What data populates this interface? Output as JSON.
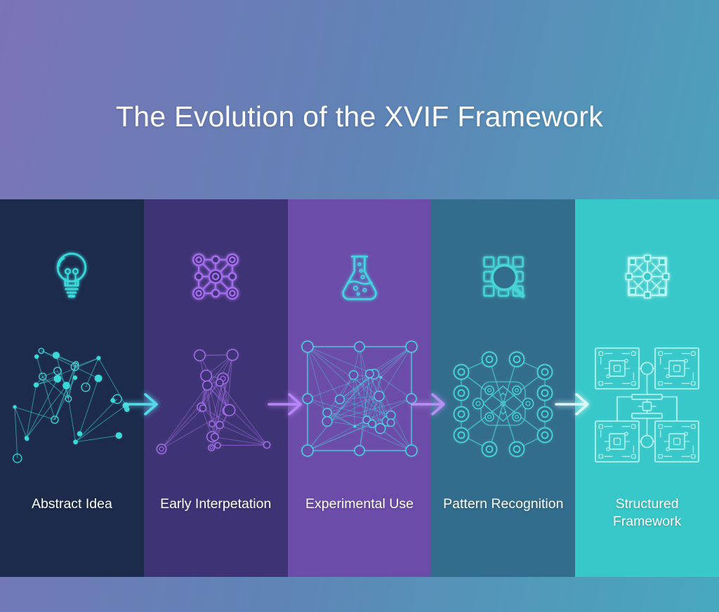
{
  "title": "The Evolution of the XVIF Framework",
  "background": {
    "gradient_from": "#7b74b6",
    "gradient_mid": "#5f84b6",
    "gradient_to": "#47a9bd"
  },
  "panels": [
    {
      "id": "abstract-idea",
      "label": "Abstract Idea",
      "bg": "#1c2a4c",
      "accent": "#3bd9da",
      "icon": "lightbulb-icon",
      "illustration": "chaotic-network"
    },
    {
      "id": "early-interpetation",
      "label": "Early Interpetation",
      "bg": "#3e3374",
      "accent": "#a56cee",
      "icon": "network-nodes-icon",
      "illustration": "loose-network"
    },
    {
      "id": "experimental-use",
      "label": "Experimental Use",
      "bg": "#6c4ca9",
      "accent": "#46d4e0",
      "icon": "flask-icon",
      "illustration": "framed-network"
    },
    {
      "id": "pattern-recognition",
      "label": "Pattern Recognition",
      "bg": "#336d8d",
      "accent": "#46d4d4",
      "icon": "grid-magnifier-icon",
      "illustration": "symmetric-network"
    },
    {
      "id": "structured-framework",
      "label": "Structured Framework",
      "bg": "#38c8ca",
      "accent": "#bef7f0",
      "icon": "circuit-icon",
      "illustration": "circuit-diagram"
    }
  ],
  "arrows": [
    {
      "name": "flow-arrow-1",
      "color": "#55dbe8"
    },
    {
      "name": "flow-arrow-2",
      "color": "#b687f4"
    },
    {
      "name": "flow-arrow-3",
      "color": "#b88ff3"
    },
    {
      "name": "flow-arrow-4",
      "color": "#d9f7f8"
    }
  ]
}
